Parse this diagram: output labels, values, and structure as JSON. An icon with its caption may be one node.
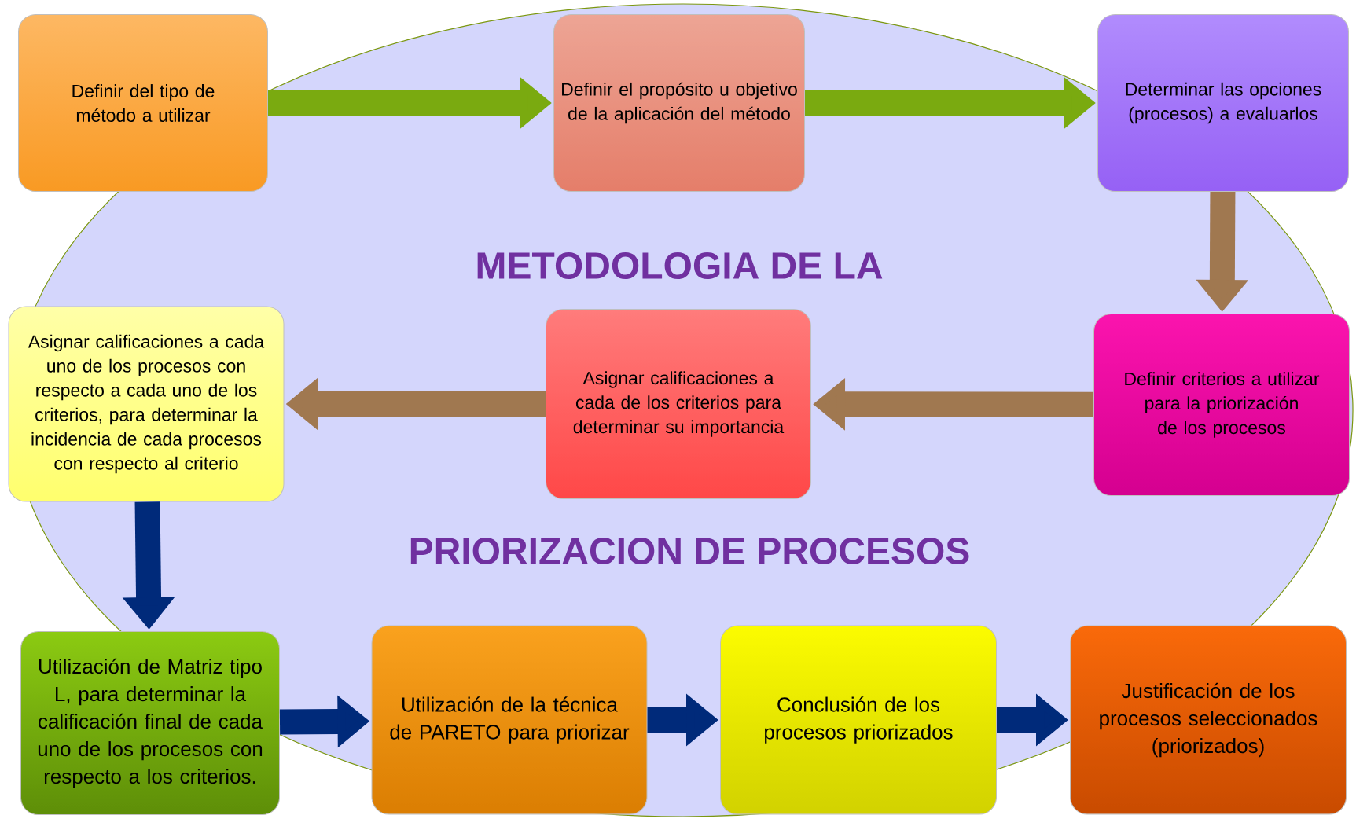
{
  "diagram": {
    "nodes": [
      {
        "text": [
          "Definir del tipo de método a utilizar"
        ]
      },
      {
        "text": [
          "Definir el propósito u objetivo de la aplicación del método"
        ]
      },
      {
        "text": [
          "Determinar las opciones (procesos) a evaluarlos"
        ]
      },
      {
        "text": [
          "Definir criterios a utilizar para la priorización de los procesos"
        ]
      },
      {
        "text": [
          "Asignar calificaciones a cada de los criterios para determinar su importancia"
        ]
      },
      {
        "text": [
          "Asignar calificaciones a cada uno de los procesos con respecto a cada uno de los criterios, para determinar la incidencia de cada procesos con respecto al criterio"
        ]
      },
      {
        "text": [
          "Utilización de Matriz tipo L, para determinar la calificación final de cada uno de los procesos con respecto a los criterios."
        ]
      },
      {
        "text": [
          "Utilización de la técnica de PARETO para priorizar"
        ]
      },
      {
        "text": [
          "Conclusión de los procesos priorizados"
        ]
      },
      {
        "text": [
          "Justificación de los procesos seleccionados (priorizados)"
        ]
      }
    ],
    "edges": [
      {
        "from": 0,
        "to": 1,
        "arrow": "to",
        "color": "#7aaa10"
      },
      {
        "from": 1,
        "to": 2,
        "arrow": "to",
        "color": "#7aaa10"
      },
      {
        "from": 2,
        "to": 3,
        "arrow": "to",
        "color": "#a07850"
      },
      {
        "from": 3,
        "to": 4,
        "arrow": "to",
        "color": "#a07850"
      },
      {
        "from": 4,
        "to": 5,
        "arrow": "to",
        "color": "#a07850"
      },
      {
        "from": 5,
        "to": 6,
        "arrow": "to"
      },
      {
        "from": 6,
        "to": 7,
        "arrow": "to"
      },
      {
        "from": 7,
        "to": 8,
        "arrow": "to"
      },
      {
        "from": 8,
        "to": 9,
        "arrow": "to"
      }
    ],
    "labels": [
      "METODOLOGIA DE LA",
      "PRIORIZACION DE PROCESOS"
    ]
  }
}
